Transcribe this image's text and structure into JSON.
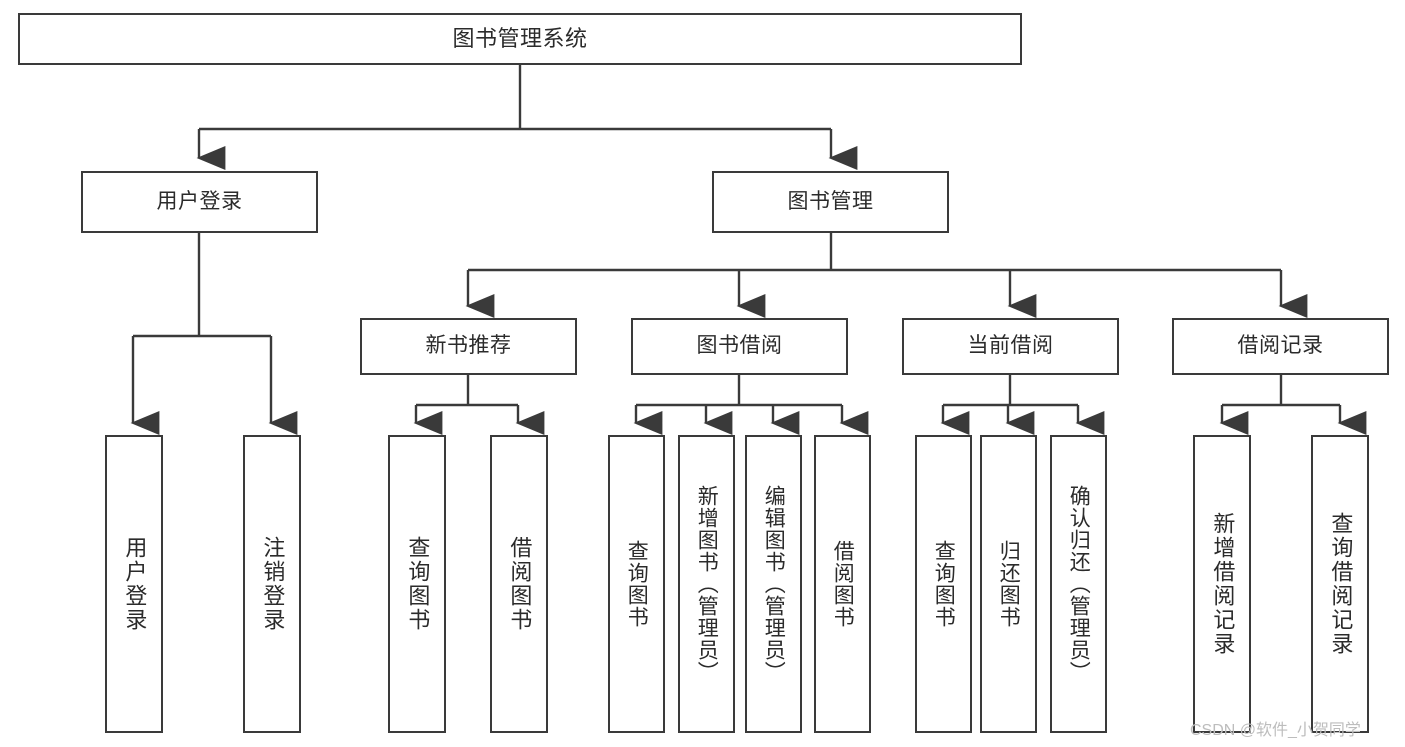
{
  "diagram": {
    "type": "tree-hierarchy-chart",
    "title": "图书管理系统",
    "orientation": "top-down",
    "colors": {
      "box_border": "#3a3a3a",
      "box_fill": "#ffffff",
      "edge": "#3a3a3a",
      "text": "#2b2b2b",
      "watermark": "#bdbdbd",
      "background": "#ffffff"
    },
    "levels": 4
  },
  "nodes": {
    "root": {
      "id": "root",
      "label": "图书管理系统",
      "level": 1,
      "orientation": "horizontal"
    },
    "level2": [
      {
        "id": "user-login",
        "label": "用户登录",
        "level": 2,
        "orientation": "horizontal",
        "parent": "root"
      },
      {
        "id": "book-management",
        "label": "图书管理",
        "level": 2,
        "orientation": "horizontal",
        "parent": "root"
      }
    ],
    "level3": [
      {
        "id": "new-book-recommend",
        "label": "新书推荐",
        "level": 3,
        "orientation": "horizontal",
        "parent": "book-management"
      },
      {
        "id": "book-borrow",
        "label": "图书借阅",
        "level": 3,
        "orientation": "horizontal",
        "parent": "book-management"
      },
      {
        "id": "current-borrow",
        "label": "当前借阅",
        "level": 3,
        "orientation": "horizontal",
        "parent": "book-management"
      },
      {
        "id": "borrow-record",
        "label": "借阅记录",
        "level": 3,
        "orientation": "horizontal",
        "parent": "book-management"
      }
    ],
    "leaves": [
      {
        "id": "leaf-user-login",
        "label": "用户登录",
        "orientation": "vertical",
        "parent": "user-login"
      },
      {
        "id": "leaf-logout-login",
        "label": "注销登录",
        "orientation": "vertical",
        "parent": "user-login"
      },
      {
        "id": "leaf-query-book-1",
        "label": "查询图书",
        "orientation": "vertical",
        "parent": "new-book-recommend"
      },
      {
        "id": "leaf-borrow-book-1",
        "label": "借阅图书",
        "orientation": "vertical",
        "parent": "new-book-recommend"
      },
      {
        "id": "leaf-query-book-2",
        "label": "查询图书",
        "orientation": "vertical",
        "parent": "book-borrow"
      },
      {
        "id": "leaf-add-book-admin",
        "label": "新增图书（管理员）",
        "orientation": "vertical",
        "parent": "book-borrow"
      },
      {
        "id": "leaf-edit-book-admin",
        "label": "编辑图书（管理员）",
        "orientation": "vertical",
        "parent": "book-borrow"
      },
      {
        "id": "leaf-borrow-book-2",
        "label": "借阅图书",
        "orientation": "vertical",
        "parent": "book-borrow"
      },
      {
        "id": "leaf-query-book-3",
        "label": "查询图书",
        "orientation": "vertical",
        "parent": "current-borrow"
      },
      {
        "id": "leaf-return-book",
        "label": "归还图书",
        "orientation": "vertical",
        "parent": "current-borrow"
      },
      {
        "id": "leaf-confirm-return-admin",
        "label": "确认归还（管理员）",
        "orientation": "vertical",
        "parent": "current-borrow"
      },
      {
        "id": "leaf-add-borrow-record",
        "label": "新增借阅记录",
        "orientation": "vertical",
        "parent": "borrow-record"
      },
      {
        "id": "leaf-query-borrow-record",
        "label": "查询借阅记录",
        "orientation": "vertical",
        "parent": "borrow-record"
      }
    ]
  },
  "watermark": {
    "text": "CSDN @软件_小贺同学"
  }
}
